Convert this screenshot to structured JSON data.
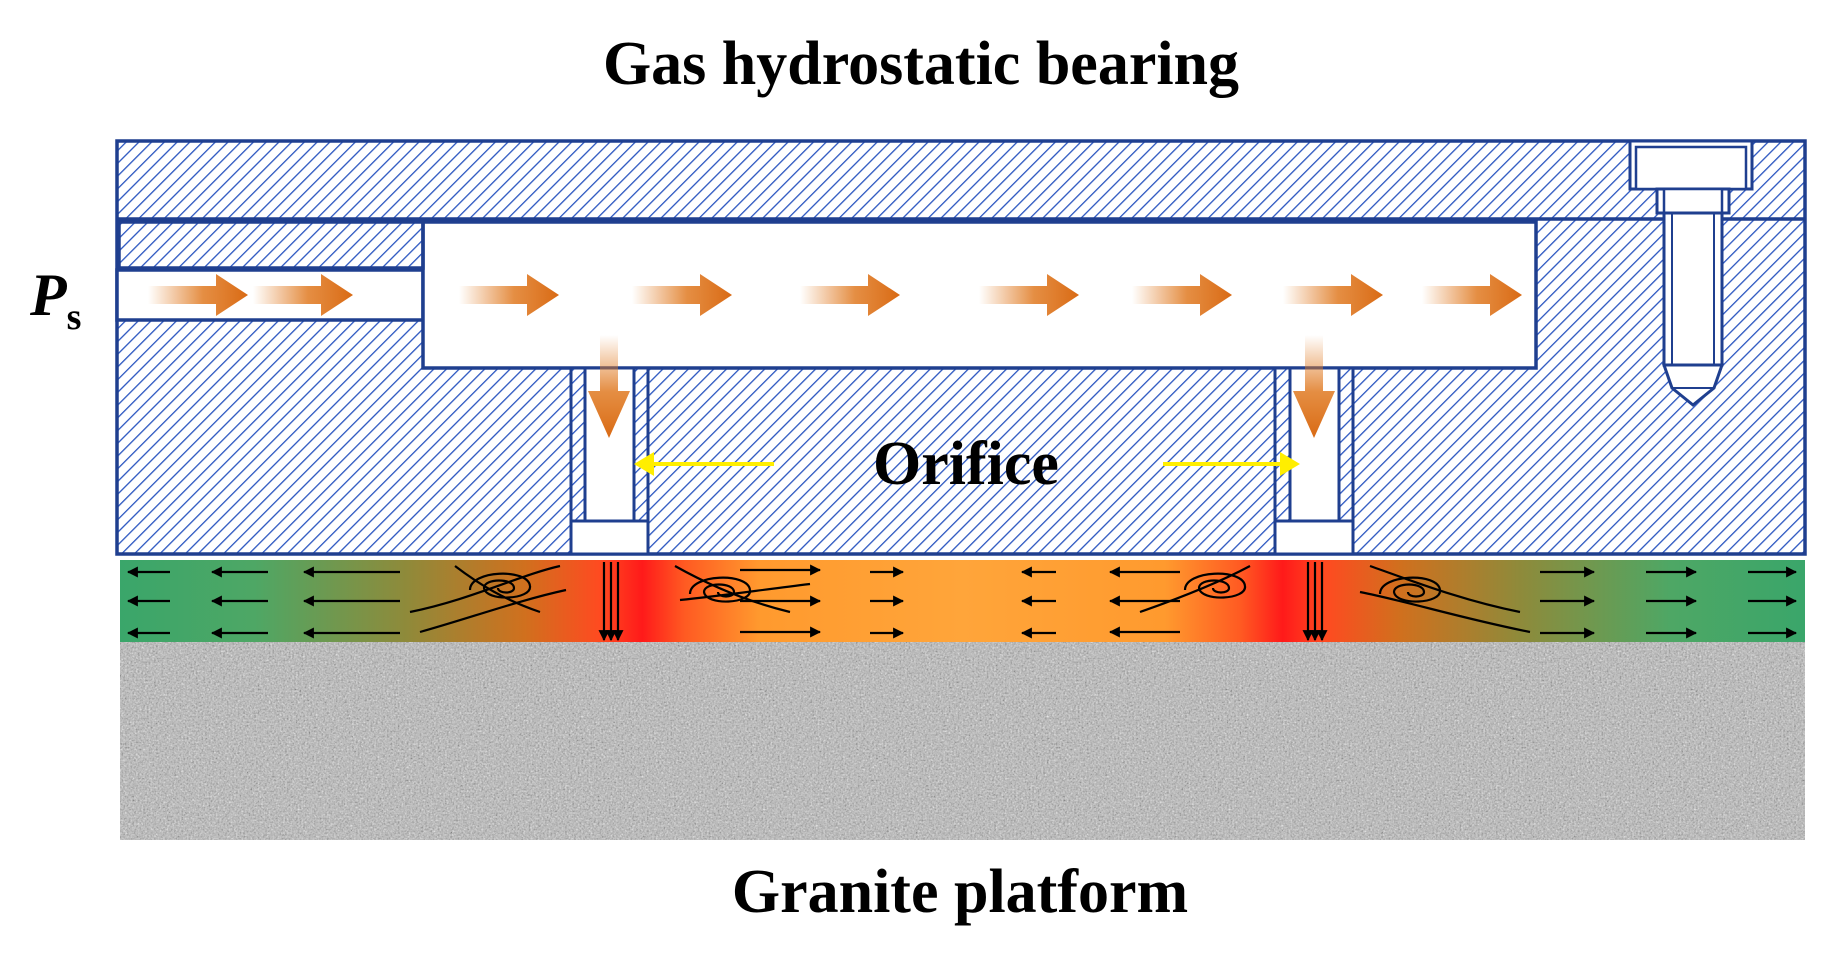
{
  "title": "Gas hydrostatic bearing",
  "supply_pressure_label": {
    "symbol": "P",
    "subscript": "s"
  },
  "orifice_label": "Orifice",
  "platform_label": "Granite platform",
  "colors": {
    "housing_outline": "#1f3f8f",
    "hatch": "#2a55c0",
    "flow_arrow": "#e07a22",
    "pointer_arrow": "#ffee00",
    "film_edge": "#3aa66a",
    "film_mid": "#ffa033",
    "film_orifice": "#ff1a1a",
    "granite": "#b5b5b5"
  },
  "icons": {
    "flow_arrow": "orange-gradient-arrow-icon",
    "pointer_arrow": "yellow-pointer-arrow-icon",
    "vortex": "vortex-swirl-icon",
    "bolt": "bolt-icon"
  }
}
